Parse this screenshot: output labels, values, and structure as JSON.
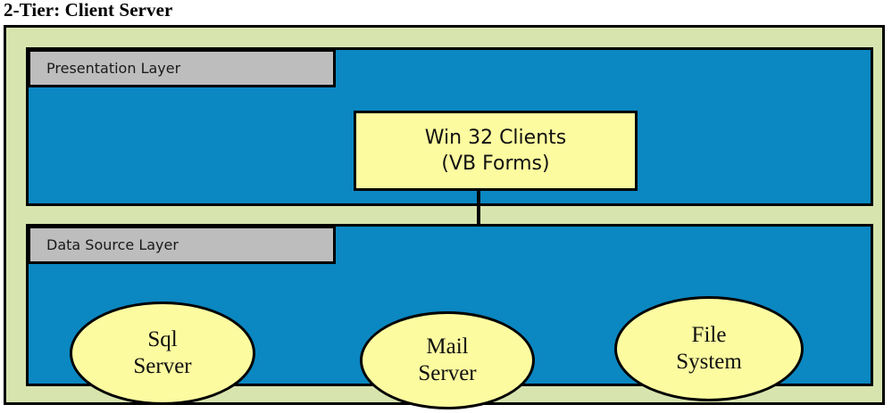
{
  "title": "2-Tier: Client Server",
  "colors": {
    "frame_background": "#d7e4ae",
    "layer_background": "#0b87c1",
    "tab_background": "#bdbdbd",
    "node_background": "#fdfba0",
    "outline": "#000000"
  },
  "layers": [
    {
      "id": "presentation",
      "tab_label": "Presentation Layer",
      "nodes": [
        {
          "id": "win32-clients",
          "shape": "rectangle",
          "lines": [
            "Win 32 Clients",
            "(VB Forms)"
          ]
        }
      ]
    },
    {
      "id": "data-source",
      "tab_label": "Data Source Layer",
      "nodes": [
        {
          "id": "sql-server",
          "shape": "ellipse",
          "lines": [
            "Sql",
            "Server"
          ]
        },
        {
          "id": "mail-server",
          "shape": "ellipse",
          "lines": [
            "Mail",
            "Server"
          ]
        },
        {
          "id": "file-system",
          "shape": "ellipse",
          "lines": [
            "File",
            "System"
          ]
        }
      ]
    }
  ],
  "connectors": [
    {
      "id": "clients-to-data-source",
      "from": "win32-clients",
      "to": "data-source-layer",
      "style": "solid-arrow-down"
    }
  ]
}
